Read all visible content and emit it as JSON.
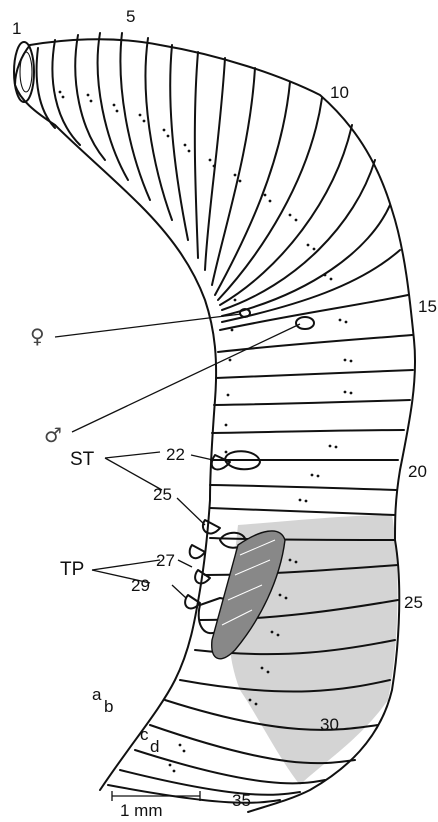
{
  "figure": {
    "segment_numbers": [
      "1",
      "5",
      "10",
      "15",
      "20",
      "25",
      "30",
      "35"
    ],
    "female_symbol": "♀",
    "male_symbol": "♂",
    "st_label": "ST",
    "st_segments": [
      "22",
      "25"
    ],
    "tp_label": "TP",
    "tp_segments": [
      "27",
      "29"
    ],
    "letters": {
      "a": "a",
      "b": "b",
      "c": "c",
      "d": "d"
    },
    "scale_bar": "1 mm",
    "clitellum_color": "#d4d4d4"
  }
}
